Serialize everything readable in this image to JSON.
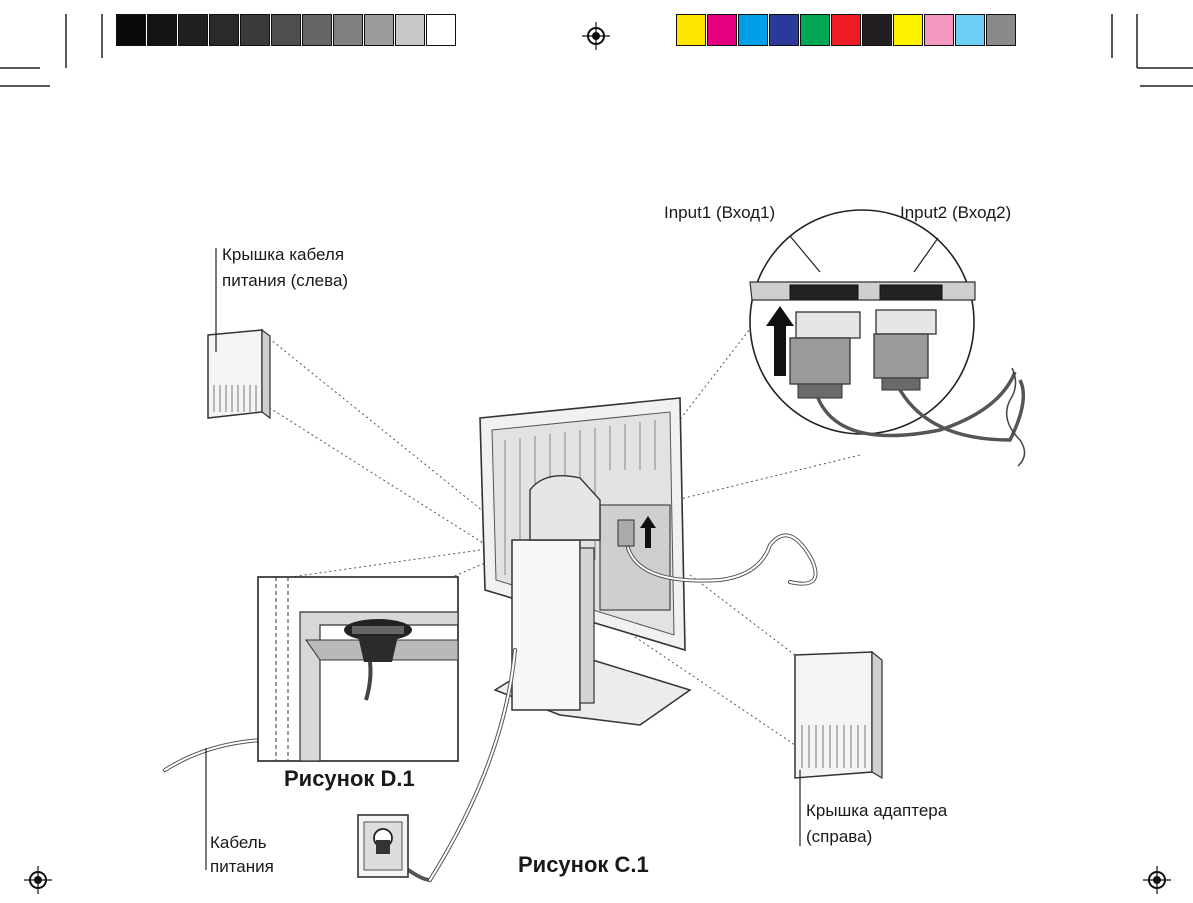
{
  "grayscale_bar": [
    "#0a0a0a",
    "#141414",
    "#1f1f1f",
    "#2a2a2a",
    "#3a3a3a",
    "#4e4e4e",
    "#666666",
    "#808080",
    "#9c9c9c",
    "#c8c8c8",
    "#ffffff"
  ],
  "color_bar": [
    "#ffe600",
    "#e4007f",
    "#00a0e9",
    "#2b3a9a",
    "#00a651",
    "#ed1c24",
    "#231f20",
    "#fff200",
    "#f49ac1",
    "#6dcff6",
    "#8a8a8a"
  ],
  "labels": {
    "input1": "Input1 (Вход1)",
    "input2": "Input2 (Вход2)",
    "power_cover_line1": "Крышка кабеля",
    "power_cover_line2": "питания (слева)",
    "adapter_cover_line1": "Крышка адаптера",
    "adapter_cover_line2": "(справа)",
    "power_cable_line1": "Кабель",
    "power_cable_line2": "питания",
    "figure_d1": "Рисунок D.1",
    "figure_c1": "Рисунок C.1"
  }
}
